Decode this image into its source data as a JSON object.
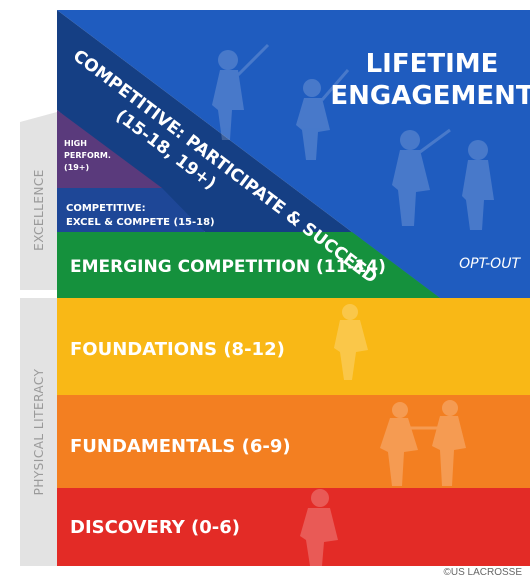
{
  "colors": {
    "lifetime": "#1f5cbf",
    "competitive_participate": "#153f84",
    "high_performance": "#5a3a7c",
    "competitive_excel": "#1e4797",
    "emerging": "#15913d",
    "opt_out": "#34b04a",
    "foundations": "#f9b816",
    "fundamentals": "#f37f21",
    "discovery": "#e32b26",
    "side_bracket": "#e3e3e3",
    "side_text": "#9a9a9a"
  },
  "side_labels": {
    "excellence": "EXCELLENCE",
    "physical_literacy": "PHYSICAL LITERACY"
  },
  "stages": {
    "lifetime_line1": "LIFETIME",
    "lifetime_line2": "ENGAGEMENT",
    "competitive_participate_line1": "COMPETITIVE: PARTICIPATE & SUCCEED",
    "competitive_participate_line2": "(15-18, 19+)",
    "high_perf_line1": "HIGH",
    "high_perf_line2": "PERFORM.",
    "high_perf_line3": "(19+)",
    "competitive_excel_line1": "COMPETITIVE:",
    "competitive_excel_line2": "EXCEL & COMPETE (15-18)",
    "emerging": "EMERGING COMPETITION (11-14)",
    "opt_out": "OPT-OUT",
    "foundations": "FOUNDATIONS (8-12)",
    "fundamentals": "FUNDAMENTALS (6-9)",
    "discovery": "DISCOVERY (0-6)"
  },
  "credit": "©US LACROSSE",
  "icons": [
    "lacrosse-player-silhouette-icon",
    "lacrosse-faceoff-silhouette-icon"
  ]
}
